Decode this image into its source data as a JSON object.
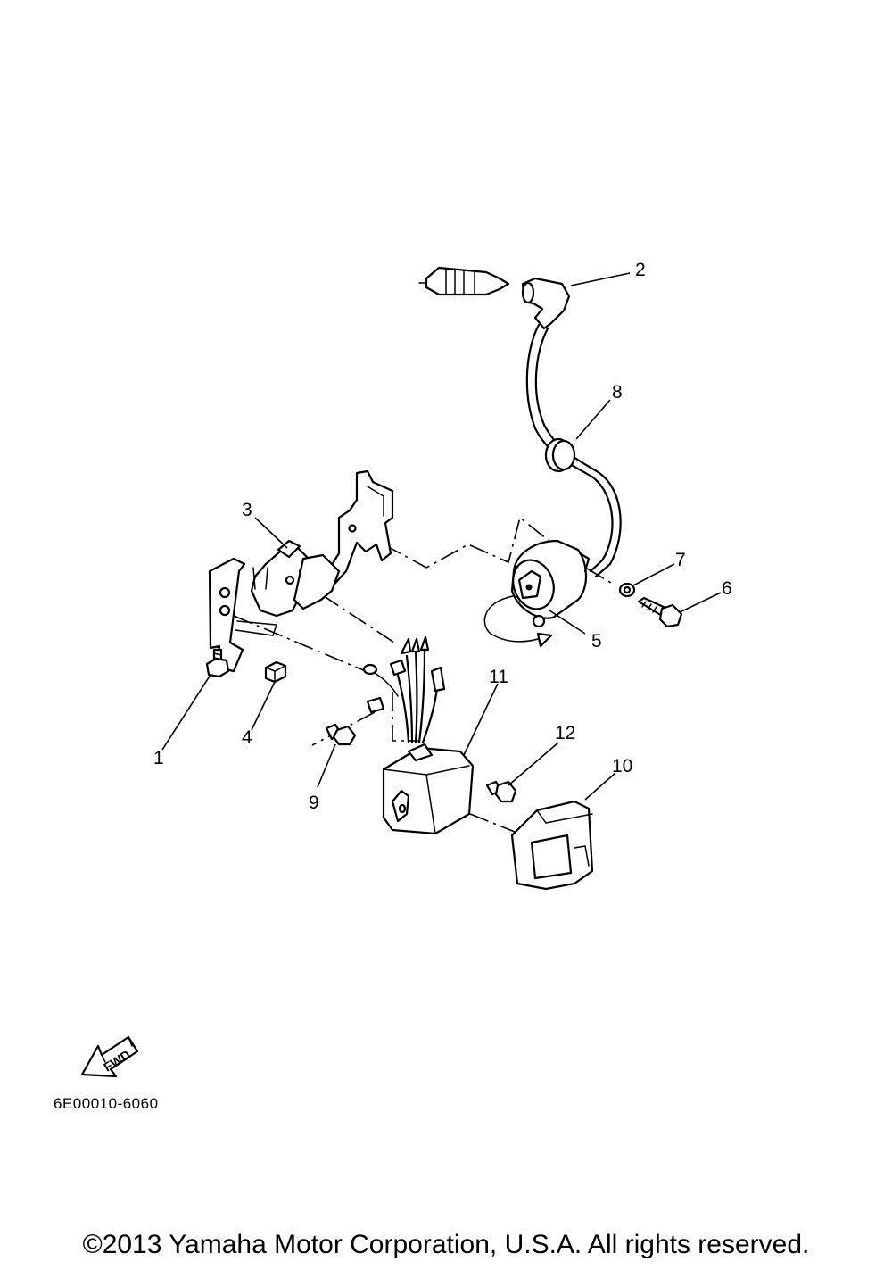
{
  "diagram": {
    "callouts": [
      "1",
      "2",
      "3",
      "4",
      "5",
      "6",
      "7",
      "8",
      "9",
      "10",
      "11",
      "12"
    ],
    "fwd_label": "FWD",
    "drawing_code": "6E00010-6060"
  },
  "footer": {
    "copyright": "©2013 Yamaha Motor Corporation, U.S.A. All rights reserved."
  }
}
